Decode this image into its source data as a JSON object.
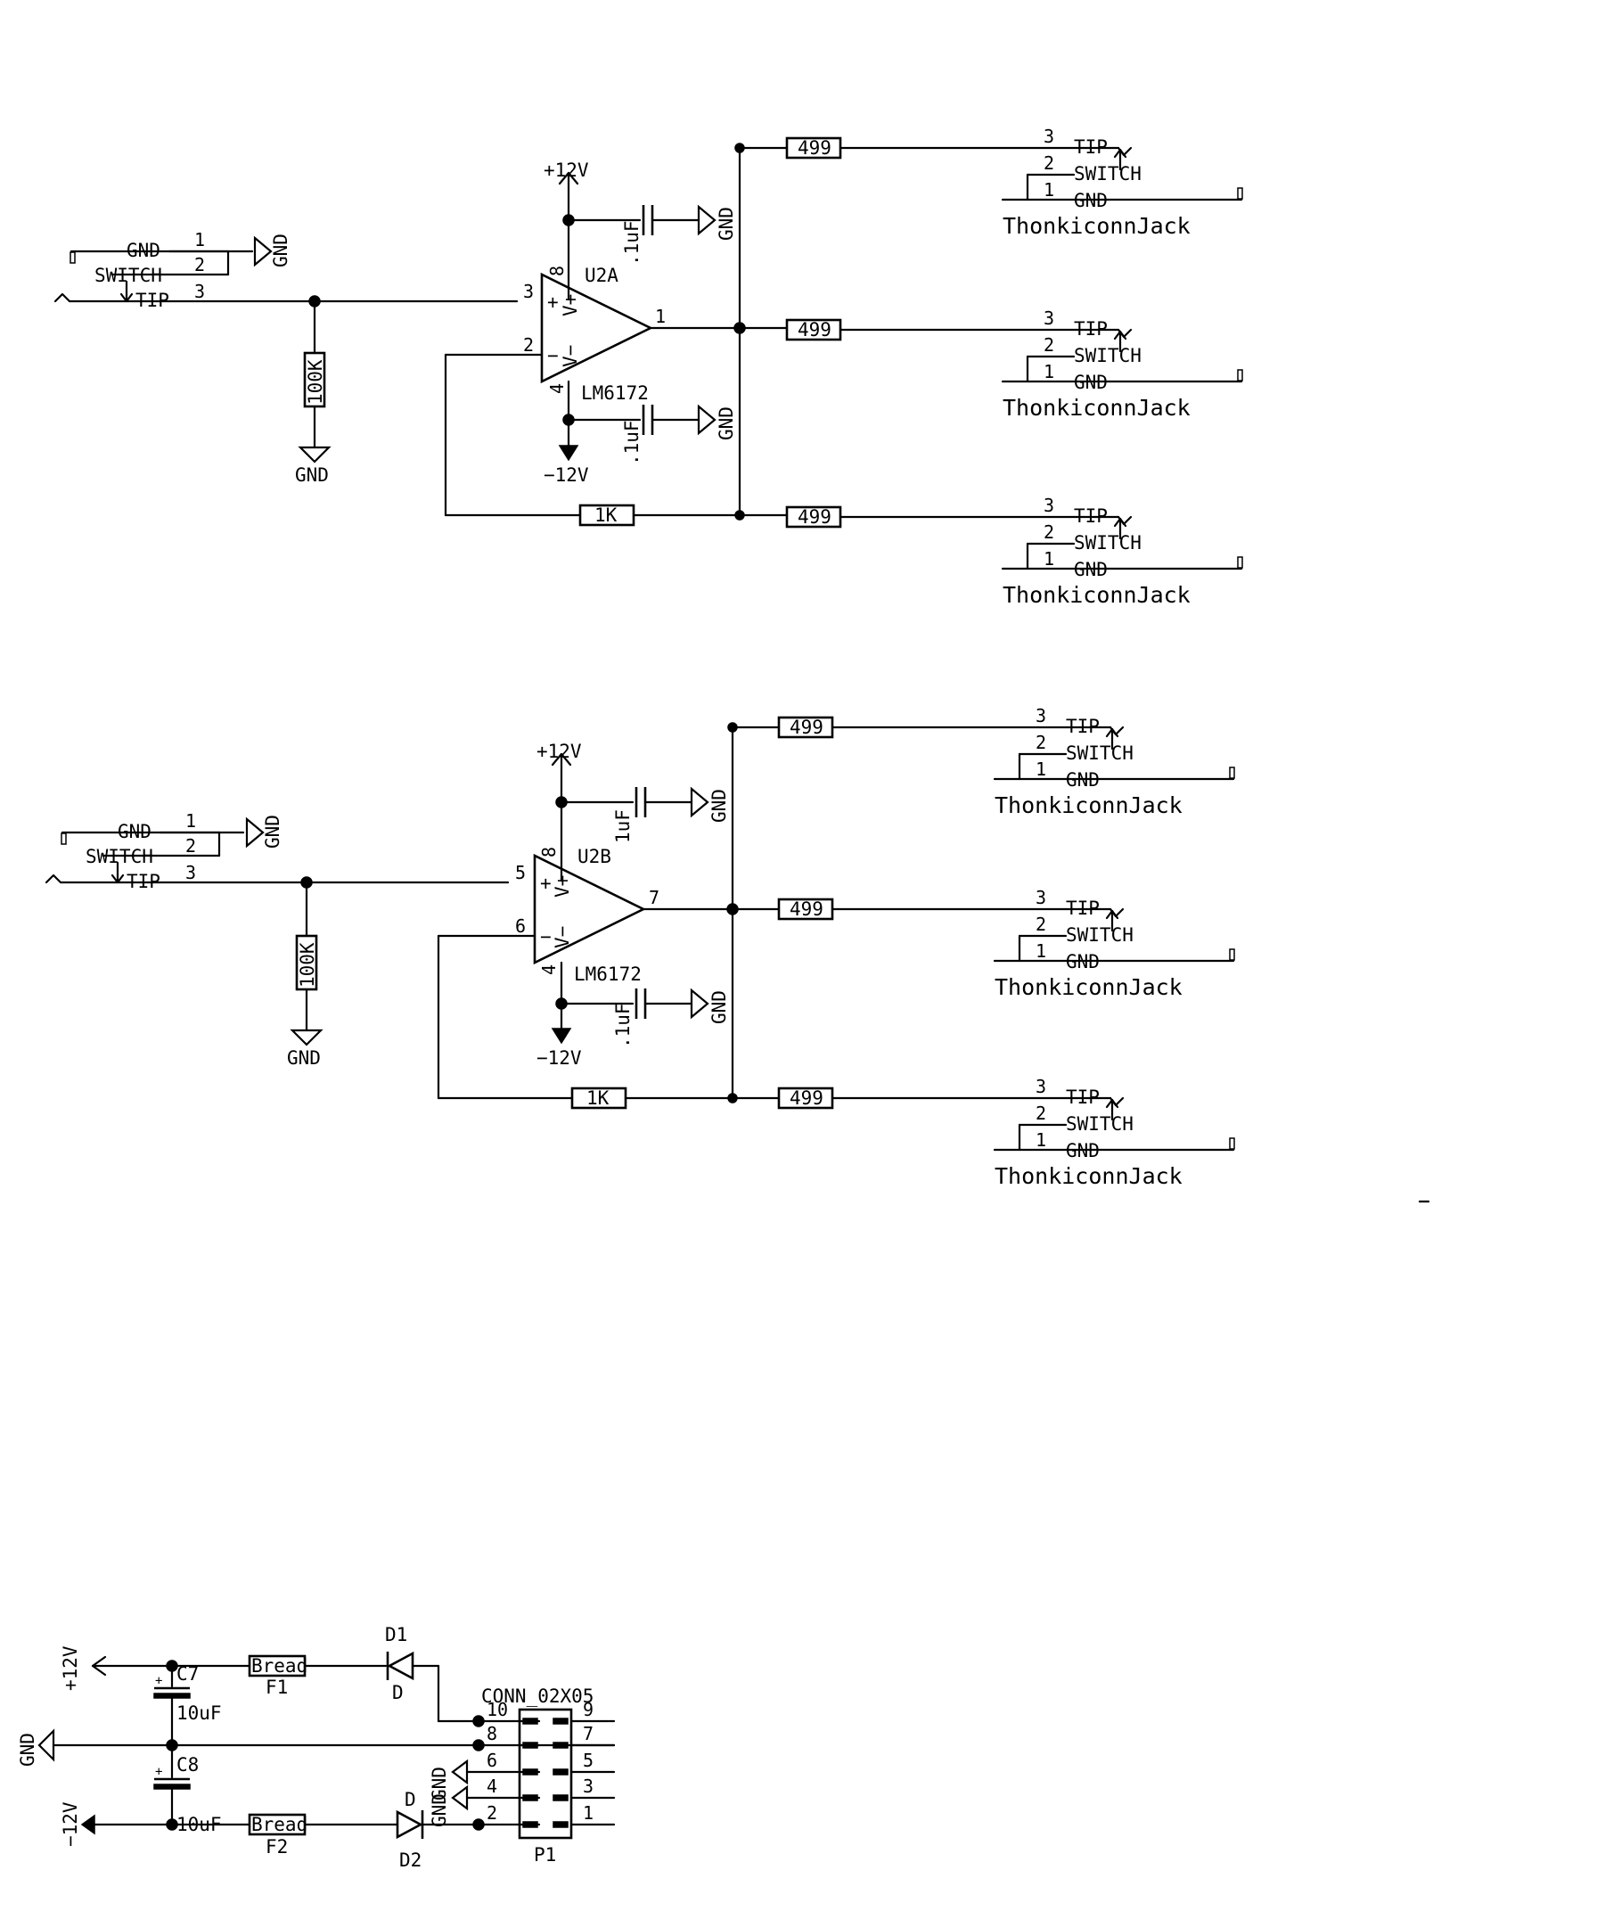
{
  "power_labels": {
    "pos": "+12V",
    "neg": "−12V",
    "gnd": "GND"
  },
  "input_jack": {
    "pin1_name": "GND",
    "pin2_name": "SWITCH",
    "pin3_name": "TIP",
    "pin1": "1",
    "pin2": "2",
    "pin3": "3"
  },
  "output_jack": {
    "name": "ThonkiconnJack",
    "tip": "TIP",
    "switch": "SWITCH",
    "gnd": "GND",
    "pin_tip": "3",
    "pin_switch": "2",
    "pin_gnd": "1"
  },
  "stage_a": {
    "opamp_ref": "U2A",
    "opamp_value": "LM6172",
    "pin_in_pos": "3",
    "pin_in_neg": "2",
    "pin_out": "1",
    "pin_vpos": "8",
    "pin_vneg": "4",
    "vpos_label": "V+",
    "vneg_label": "V−",
    "plus": "+",
    "minus": "−",
    "input_resistor": "100K",
    "feedback_resistor": "1K",
    "output_resistor": "499",
    "cap_top": ".1uF",
    "cap_bottom": ".1uF"
  },
  "stage_b": {
    "opamp_ref": "U2B",
    "opamp_value": "LM6172",
    "pin_in_pos": "5",
    "pin_in_neg": "6",
    "pin_out": "7",
    "pin_vpos": "8",
    "pin_vneg": "4",
    "vpos_label": "V+",
    "vneg_label": "V−",
    "plus": "+",
    "minus": "−",
    "input_resistor": "100K",
    "feedback_resistor": "1K",
    "output_resistor": "499",
    "cap_top": "1uF",
    "cap_bottom": ".1uF"
  },
  "power_section": {
    "c7_ref": "C7",
    "c7_value": "10uF",
    "c8_ref": "C8",
    "c8_value": "10uF",
    "f1_ref": "F1",
    "f2_ref": "F2",
    "fuse_value": "Bread",
    "d1_ref": "D1",
    "d1_value": "D",
    "d2_ref": "D2",
    "d2_value": "D",
    "connector_value": "CONN_02X05",
    "connector_ref": "P1",
    "pins_left": [
      "10",
      "8",
      "6",
      "4",
      "2"
    ],
    "pins_right": [
      "9",
      "7",
      "5",
      "3",
      "1"
    ],
    "cap_plus": "+"
  }
}
